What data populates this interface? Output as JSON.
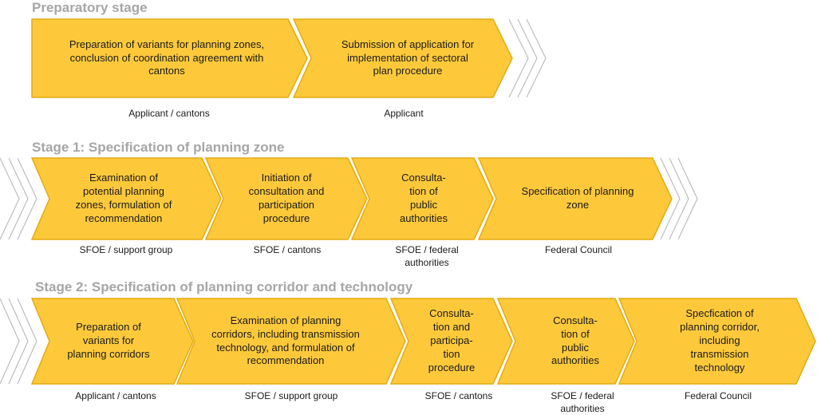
{
  "colors": {
    "arrow_fill": "#fdc93b",
    "arrow_border": "#e4ab10",
    "chevron": "#bdbdbd",
    "stage_title": "#a6a6a6",
    "text": "#1a1a1a"
  },
  "stages": [
    {
      "title": "Preparatory stage",
      "steps": [
        {
          "label": "Preparation of variants for planning zones,\nconclusion of coordination agreement with\ncantons",
          "actor": "Applicant / cantons"
        },
        {
          "label": "Submission of application for\nimplementation of sectoral\nplan procedure",
          "actor": "Applicant"
        }
      ]
    },
    {
      "title": "Stage 1: Specification of planning zone",
      "steps": [
        {
          "label": "Examination of\npotential planning\nzones, formulation of\nrecommendation",
          "actor": "SFOE / support group"
        },
        {
          "label": "Initiation of\nconsultation and\nparticipation\nprocedure",
          "actor": "SFOE / cantons"
        },
        {
          "label": "Consulta-\ntion of\npublic\nauthorities",
          "actor": "SFOE / federal\nauthorities"
        },
        {
          "label": "Specification of planning\nzone",
          "actor": "Federal Council"
        }
      ]
    },
    {
      "title": "Stage 2: Specification of planning corridor and technology",
      "steps": [
        {
          "label": "Preparation of\nvariants for\nplanning corridors",
          "actor": "Applicant / cantons"
        },
        {
          "label": "Examination of planning\ncorridors, including transmission\ntechnology, and formulation of\nrecommendation",
          "actor": "SFOE / support group"
        },
        {
          "label": "Consulta-\ntion and\nparticipa-\ntion\nprocedure",
          "actor": "SFOE / cantons"
        },
        {
          "label": "Consulta-\ntion of\npublic\nauthorities",
          "actor": "SFOE / federal\nauthorities"
        },
        {
          "label": "Specfication of\nplanning corridor,\nincluding\ntransmission\ntechnology",
          "actor": "Federal Council"
        }
      ]
    }
  ]
}
